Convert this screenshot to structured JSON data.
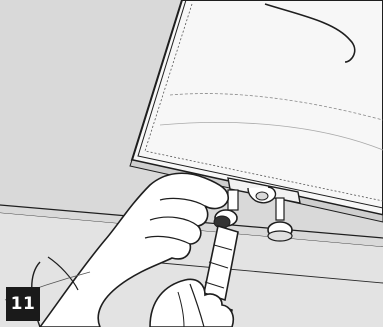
{
  "step": {
    "number": "11"
  },
  "colors": {
    "background": "#d9d9d9",
    "table_surface": "#e6e6e6",
    "outline": "#1e1e1e",
    "badge": "#1a1a1a",
    "badge_text": "#ffffff",
    "bag_fill": "#f7f7f7",
    "glove_fill": "#ffffff"
  },
  "illustration": {
    "subject": "gloved-hands-connecting-syringe-to-bag-port",
    "elements": [
      "infusion-bag",
      "bag-port-cluster",
      "syringe",
      "left-gloved-hand",
      "right-gloved-hand"
    ]
  }
}
